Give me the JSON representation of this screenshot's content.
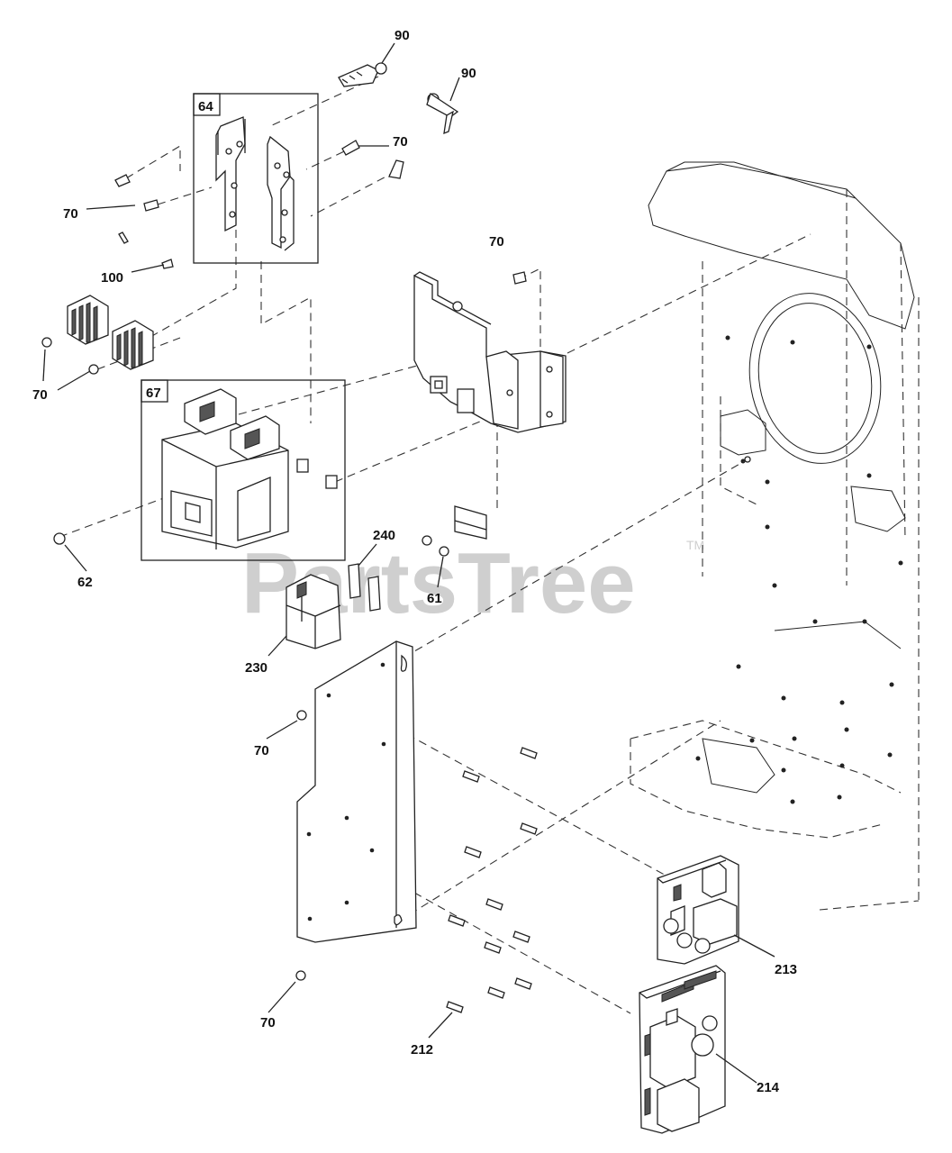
{
  "watermark": {
    "text": "PartsTree",
    "mark": "TM"
  },
  "boxes": [
    {
      "id": "box-64",
      "label": "64"
    },
    {
      "id": "box-67",
      "label": "67"
    }
  ],
  "callouts": [
    {
      "id": "label-90-a",
      "text": "90"
    },
    {
      "id": "label-90-b",
      "text": "90"
    },
    {
      "id": "label-70-a",
      "text": "70"
    },
    {
      "id": "label-70-b",
      "text": "70"
    },
    {
      "id": "label-100",
      "text": "100"
    },
    {
      "id": "label-70-c",
      "text": "70"
    },
    {
      "id": "label-70-d",
      "text": "70"
    },
    {
      "id": "label-62",
      "text": "62"
    },
    {
      "id": "label-240",
      "text": "240"
    },
    {
      "id": "label-61",
      "text": "61"
    },
    {
      "id": "label-230",
      "text": "230"
    },
    {
      "id": "label-70-e",
      "text": "70"
    },
    {
      "id": "label-213",
      "text": "213"
    },
    {
      "id": "label-70-f",
      "text": "70"
    },
    {
      "id": "label-212",
      "text": "212"
    },
    {
      "id": "label-214",
      "text": "214"
    }
  ]
}
